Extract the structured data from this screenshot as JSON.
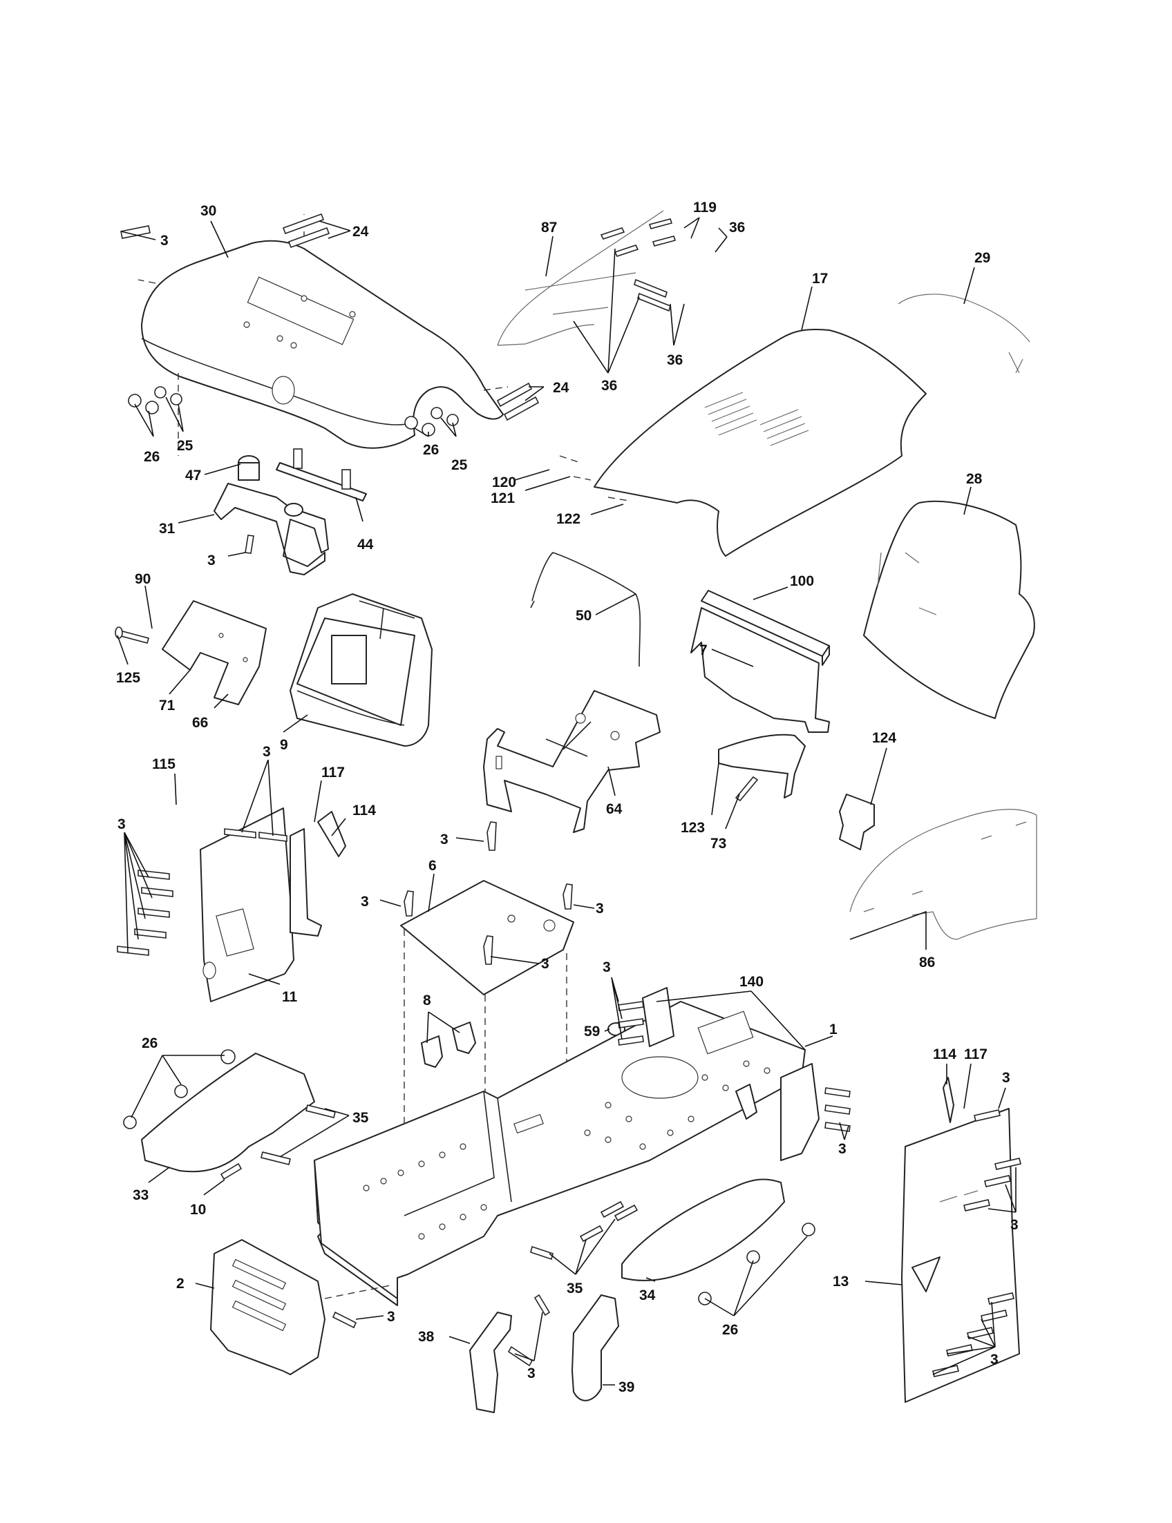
{
  "diagram": {
    "callouts": [
      {
        "label": "30"
      },
      {
        "label": "3"
      },
      {
        "label": "24"
      },
      {
        "label": "87"
      },
      {
        "label": "119"
      },
      {
        "label": "36"
      },
      {
        "label": "36"
      },
      {
        "label": "36"
      },
      {
        "label": "29"
      },
      {
        "label": "17"
      },
      {
        "label": "24"
      },
      {
        "label": "26"
      },
      {
        "label": "25"
      },
      {
        "label": "26"
      },
      {
        "label": "25"
      },
      {
        "label": "47"
      },
      {
        "label": "44"
      },
      {
        "label": "31"
      },
      {
        "label": "3"
      },
      {
        "label": "120"
      },
      {
        "label": "121"
      },
      {
        "label": "122"
      },
      {
        "label": "28"
      },
      {
        "label": "90"
      },
      {
        "label": "125"
      },
      {
        "label": "71"
      },
      {
        "label": "66"
      },
      {
        "label": "9"
      },
      {
        "label": "50"
      },
      {
        "label": "100"
      },
      {
        "label": "7"
      },
      {
        "label": "64"
      },
      {
        "label": "115"
      },
      {
        "label": "3"
      },
      {
        "label": "117"
      },
      {
        "label": "114"
      },
      {
        "label": "3"
      },
      {
        "label": "11"
      },
      {
        "label": "3"
      },
      {
        "label": "6"
      },
      {
        "label": "3"
      },
      {
        "label": "3"
      },
      {
        "label": "3"
      },
      {
        "label": "124"
      },
      {
        "label": "123"
      },
      {
        "label": "73"
      },
      {
        "label": "86"
      },
      {
        "label": "3"
      },
      {
        "label": "140"
      },
      {
        "label": "59"
      },
      {
        "label": "1"
      },
      {
        "label": "8"
      },
      {
        "label": "26"
      },
      {
        "label": "35"
      },
      {
        "label": "33"
      },
      {
        "label": "10"
      },
      {
        "label": "3"
      },
      {
        "label": "114"
      },
      {
        "label": "117"
      },
      {
        "label": "3"
      },
      {
        "label": "3"
      },
      {
        "label": "2"
      },
      {
        "label": "3"
      },
      {
        "label": "35"
      },
      {
        "label": "34"
      },
      {
        "label": "26"
      },
      {
        "label": "38"
      },
      {
        "label": "3"
      },
      {
        "label": "39"
      },
      {
        "label": "13"
      },
      {
        "label": "3"
      }
    ]
  }
}
